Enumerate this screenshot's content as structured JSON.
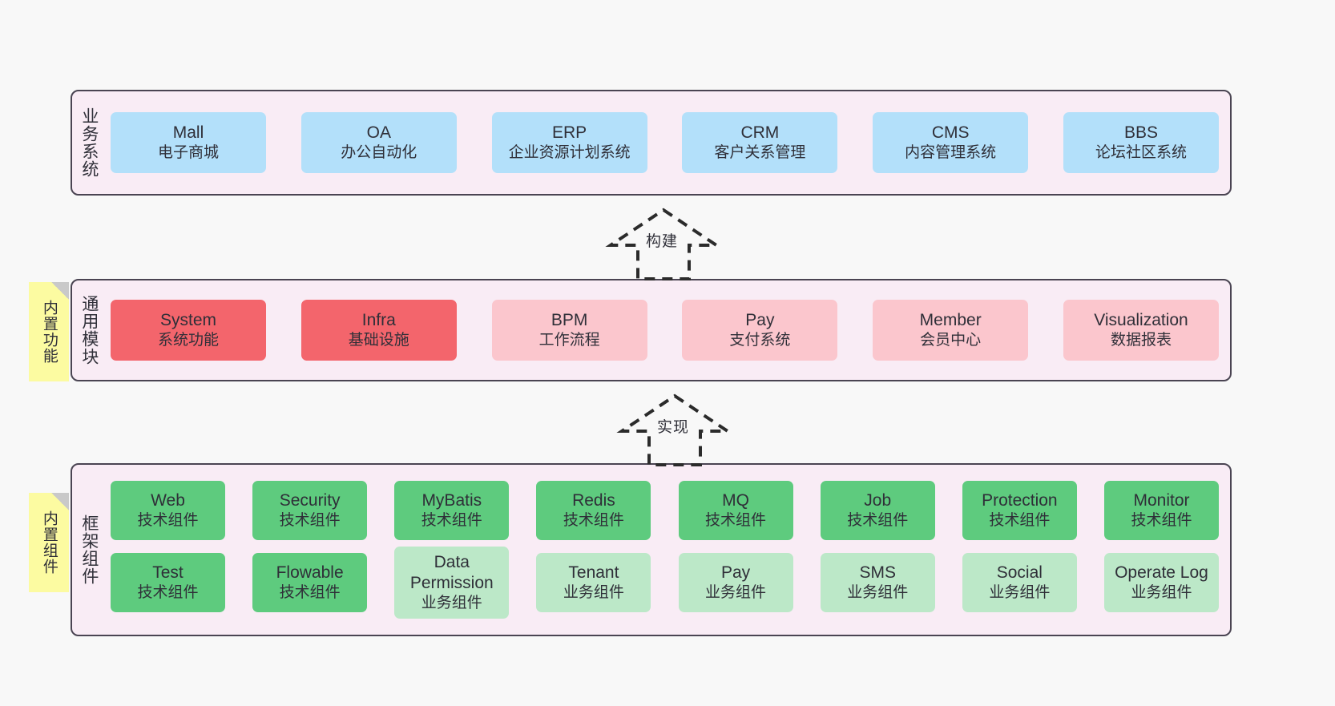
{
  "page": {
    "background_color": "#f8f8f8",
    "panel_background": "#f9ecf5",
    "panel_border_color": "#4a4452",
    "note_color": "#fcfba1"
  },
  "layers": {
    "business": {
      "title": "业务系统",
      "card_color": "#b3e0fa",
      "items": [
        {
          "name": "Mall",
          "desc": "电子商城"
        },
        {
          "name": "OA",
          "desc": "办公自动化"
        },
        {
          "name": "ERP",
          "desc": "企业资源计划系统"
        },
        {
          "name": "CRM",
          "desc": "客户关系管理"
        },
        {
          "name": "CMS",
          "desc": "内容管理系统"
        },
        {
          "name": "BBS",
          "desc": "论坛社区系统"
        }
      ]
    },
    "module": {
      "title": "通用模块",
      "note": "内置功能",
      "strong_color": "#f3656c",
      "light_color": "#fbc6cd",
      "items": [
        {
          "name": "System",
          "desc": "系统功能",
          "emphasis": true
        },
        {
          "name": "Infra",
          "desc": "基础设施",
          "emphasis": true
        },
        {
          "name": "BPM",
          "desc": "工作流程",
          "emphasis": false
        },
        {
          "name": "Pay",
          "desc": "支付系统",
          "emphasis": false
        },
        {
          "name": "Member",
          "desc": "会员中心",
          "emphasis": false
        },
        {
          "name": "Visualization",
          "desc": "数据报表",
          "emphasis": false
        }
      ]
    },
    "framework": {
      "title": "框架组件",
      "note": "内置组件",
      "tech_color": "#5ecb7e",
      "business_color": "#bce8c8",
      "row1": [
        {
          "name": "Web",
          "desc": "技术组件"
        },
        {
          "name": "Security",
          "desc": "技术组件"
        },
        {
          "name": "MyBatis",
          "desc": "技术组件"
        },
        {
          "name": "Redis",
          "desc": "技术组件"
        },
        {
          "name": "MQ",
          "desc": "技术组件"
        },
        {
          "name": "Job",
          "desc": "技术组件"
        },
        {
          "name": "Protection",
          "desc": "技术组件"
        },
        {
          "name": "Monitor",
          "desc": "技术组件"
        }
      ],
      "row2": [
        {
          "name": "Test",
          "desc": "技术组件",
          "tech": true
        },
        {
          "name": "Flowable",
          "desc": "技术组件",
          "tech": true
        },
        {
          "name": "Data Permission",
          "desc": "业务组件",
          "tech": false
        },
        {
          "name": "Tenant",
          "desc": "业务组件",
          "tech": false
        },
        {
          "name": "Pay",
          "desc": "业务组件",
          "tech": false
        },
        {
          "name": "SMS",
          "desc": "业务组件",
          "tech": false
        },
        {
          "name": "Social",
          "desc": "业务组件",
          "tech": false
        },
        {
          "name": "Operate Log",
          "desc": "业务组件",
          "tech": false
        }
      ]
    }
  },
  "connectors": [
    {
      "label": "构建"
    },
    {
      "label": "实现"
    }
  ]
}
